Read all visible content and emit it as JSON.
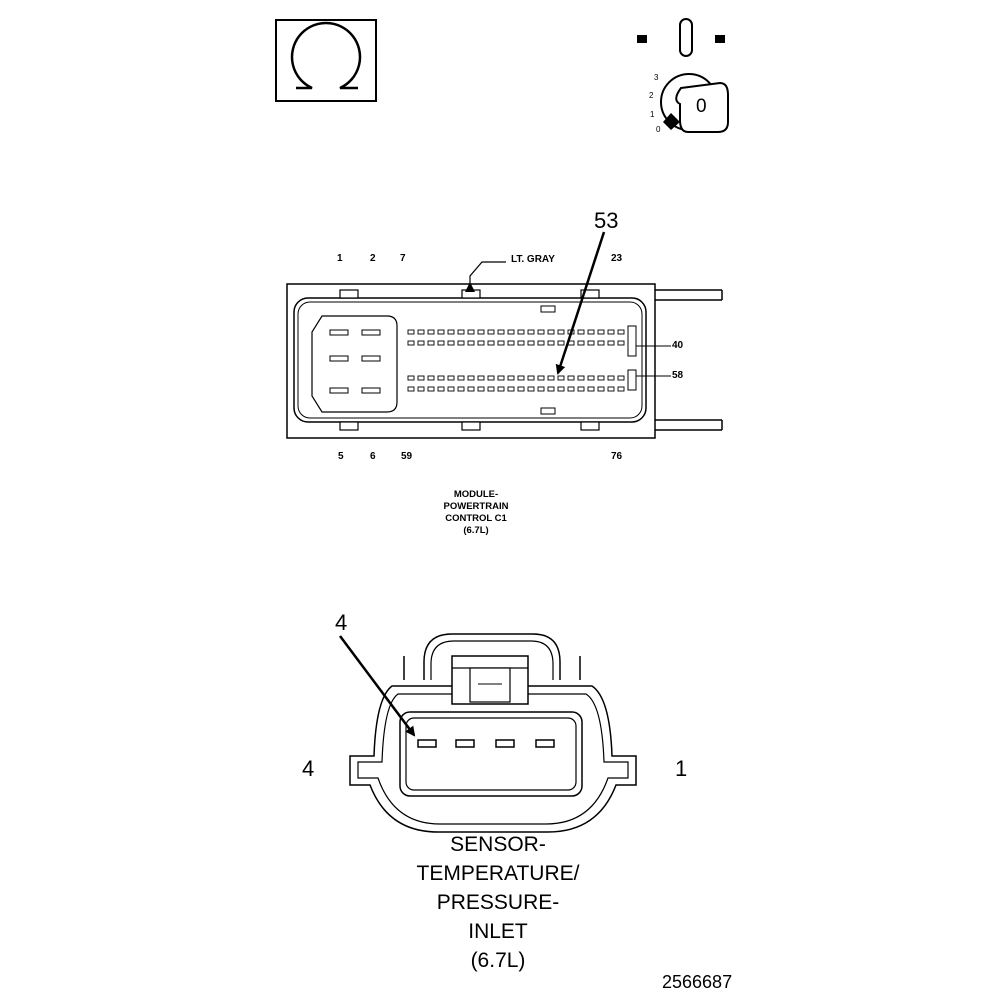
{
  "ohm_box": {
    "symbol": "Ω"
  },
  "ignition": {
    "positions": [
      "3",
      "2",
      "1",
      "0"
    ],
    "key_label": "0"
  },
  "pcm_connector": {
    "callout_pin": "53",
    "color_label": "LT. GRAY",
    "top_pins": [
      "1",
      "2",
      "7",
      "23"
    ],
    "bottom_pins": [
      "5",
      "6",
      "59",
      "76"
    ],
    "side_pins": [
      "40",
      "58"
    ],
    "caption": [
      "MODULE-",
      "POWERTRAIN",
      "CONTROL C1",
      "(6.7L)"
    ]
  },
  "sensor_connector": {
    "callout_pin": "4",
    "left_pin": "4",
    "right_pin": "1",
    "caption": [
      "SENSOR-",
      "TEMPERATURE/",
      "PRESSURE-",
      "INLET",
      "(6.7L)"
    ]
  },
  "figure_number": "2566687"
}
